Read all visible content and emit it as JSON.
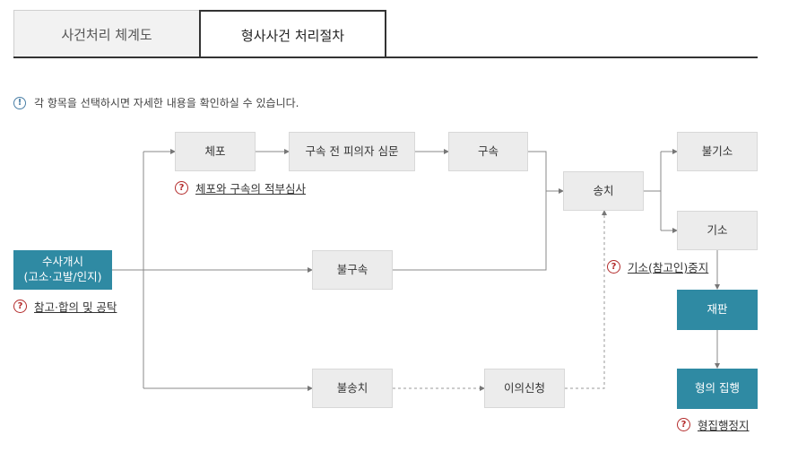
{
  "tabs": [
    {
      "label": "사건처리 체계도",
      "active": false
    },
    {
      "label": "형사사건 처리절차",
      "active": true
    }
  ],
  "notice": {
    "icon": "info-icon",
    "text": "각 항목을 선택하시면 자세한 내용을 확인하실 수 있습니다."
  },
  "nodes": {
    "start": "수사개시\n(고소·고발/인지)",
    "arrest": "체포",
    "interrogation": "구속 전 피의자 심문",
    "detention": "구속",
    "no_detention": "불구속",
    "no_referral": "불송치",
    "objection": "이의신청",
    "referral": "송치",
    "non_indictment": "불기소",
    "indictment": "기소",
    "trial": "재판",
    "execution": "형의 집행"
  },
  "help_links": {
    "start": "참고·합의 및 공탁",
    "arrest": "체포와 구속의 적부심사",
    "indictment": "기소(참고인)중지",
    "execution": "형집행정지"
  },
  "colors": {
    "accent": "#2f8aa3",
    "help_icon": "#b32b2b",
    "info_icon": "#4a7fa6"
  }
}
